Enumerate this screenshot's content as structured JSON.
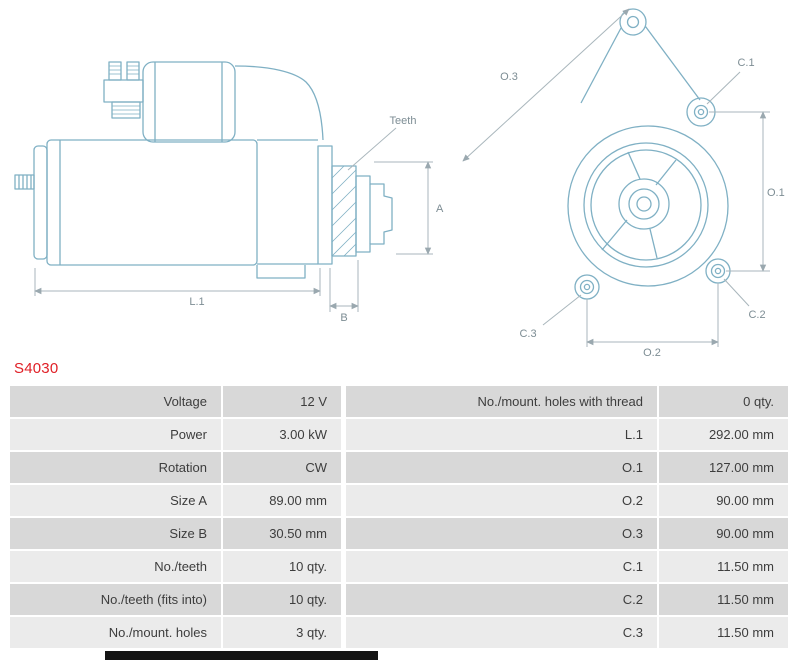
{
  "part_number": "S4030",
  "diagram": {
    "labels": {
      "teeth": "Teeth",
      "a": "A",
      "l1": "L.1",
      "b": "B",
      "o3": "O.3",
      "c1": "C.1",
      "o1": "O.1",
      "c2": "C.2",
      "c3": "C.3",
      "o2": "O.2"
    }
  },
  "spec_table": {
    "rows": [
      {
        "left_label": "Voltage",
        "left_value": "12 V",
        "right_label": "No./mount. holes with thread",
        "right_value": "0 qty."
      },
      {
        "left_label": "Power",
        "left_value": "3.00 kW",
        "right_label": "L.1",
        "right_value": "292.00 mm"
      },
      {
        "left_label": "Rotation",
        "left_value": "CW",
        "right_label": "O.1",
        "right_value": "127.00 mm"
      },
      {
        "left_label": "Size A",
        "left_value": "89.00 mm",
        "right_label": "O.2",
        "right_value": "90.00 mm"
      },
      {
        "left_label": "Size B",
        "left_value": "30.50 mm",
        "right_label": "O.3",
        "right_value": "90.00 mm"
      },
      {
        "left_label": "No./teeth",
        "left_value": "10 qty.",
        "right_label": "C.1",
        "right_value": "11.50 mm"
      },
      {
        "left_label": "No./teeth (fits into)",
        "left_value": "10 qty.",
        "right_label": "C.2",
        "right_value": "11.50 mm"
      },
      {
        "left_label": "No./mount. holes",
        "left_value": "3 qty.",
        "right_label": "C.3",
        "right_value": "11.50 mm"
      }
    ]
  },
  "colors": {
    "accent_red": "#e01f26",
    "row_dark": "#d8d8d8",
    "row_light": "#ebebeb",
    "diagram_line": "#7fb0c4",
    "dimension_line": "#a9b6bc",
    "dimension_text": "#7d8d94"
  }
}
